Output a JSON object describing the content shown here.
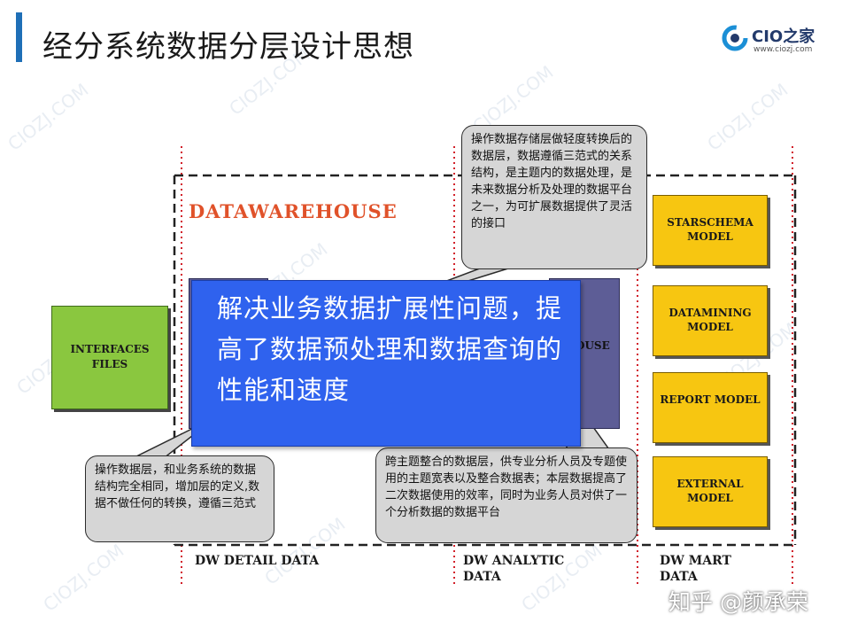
{
  "header": {
    "title": "经分系统数据分层设计思想",
    "logo_text": "CIO之家",
    "logo_url": "www.ciozj.com"
  },
  "watermark_text": "CIOZJ.COM",
  "diagram": {
    "warehouse_title": "DATAWAREHOUSE",
    "interfaces_box": "INTERFACES FILES",
    "partial_layer_text": "OUSE",
    "mart_boxes": [
      "STARSCHEMA MODEL",
      "DATAMINING MODEL",
      "REPORT MODEL",
      "EXTERNAL MODEL"
    ],
    "overlay_text": "解决业务数据扩展性问题，提高了数据预处理和数据查询的性能和速度",
    "callouts": {
      "top": "操作数据存储层做轻度转换后的数据层，数据遵循三范式的关系结构，是主题内的数据处理，是未来数据分析及处理的数据平台之一，为可扩展数据提供了灵活的接口",
      "left": "操作数据层，和业务系统的数据结构完全相同，增加层的定义,数据不做任何的转换，遵循三范式",
      "mid": "跨主题整合的数据层，供专业分析人员及专题使用的主题宽表以及整合数据表；本层数据提高了二次数据使用的效率，同时为业务人员对供了一个分析数据的数据平台"
    },
    "bottom_labels": {
      "detail": "DW DETAIL DATA",
      "analytic": "DW ANALYTIC DATA",
      "mart": "DW MART DATA"
    }
  },
  "footer": {
    "source_mark": "知乎 @颜承荣"
  },
  "colors": {
    "accent": "#1f6fb7",
    "green_box": "#8ac73f",
    "yellow_box": "#f7c611",
    "overlay_blue": "#2f62ee",
    "layer_purple": "#5d5d96",
    "callout_gray": "#d6d6d6",
    "warehouse_title": "#e0522a",
    "dotted_divider": "#d2202a"
  }
}
